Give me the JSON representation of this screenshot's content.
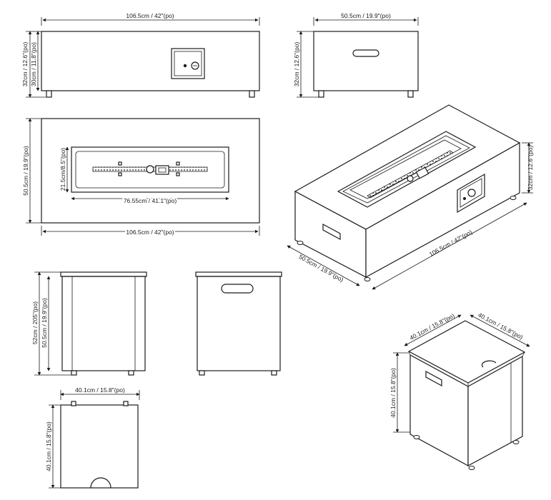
{
  "labels": {
    "top_front_width": "106.5cm / 42\"(po)",
    "top_front_height_total": "32cm / 12.6\"(po)",
    "top_front_height_body": "30cm / 11.8\"(po)",
    "side_width": "50.5cm / 19.9\"(po)",
    "side_height": "32cm / 12.6\"(po)",
    "plan_depth": "50.5cm / 19.9\"(po)",
    "plan_burner_depth": "21.5cm/8.5\"(po)",
    "plan_burner_width": "76.55cm / 41.1\"(po)",
    "plan_width": "106.5cm / 42\"(po)",
    "iso_height": "32cm / 12.6\"(po)",
    "iso_length": "106.5cm / 42\"(po)",
    "iso_depth": "50.5cm / 19.9\"(po)",
    "tank_height_total": "52cm / 205\"(po)",
    "tank_height_body": "50.5cm / 19.9\"(po)",
    "tank_top_width": "40.1cm / 15.8\"(po)",
    "tank_top_depth": "40.1cm / 15.8\"(po)",
    "tank_iso_width": "40.1cm / 15.8\"(po)",
    "tank_iso_depth": "40.1cm / 15.8\"(po)",
    "tank_iso_height": "40.1cm / 15.8\"(po)"
  },
  "colors": {
    "line": "#1a1a1a",
    "background": "#ffffff"
  },
  "icons": [
    "control-knob-icon",
    "igniter-button-icon",
    "handle-slot-icon",
    "burner-icon"
  ]
}
